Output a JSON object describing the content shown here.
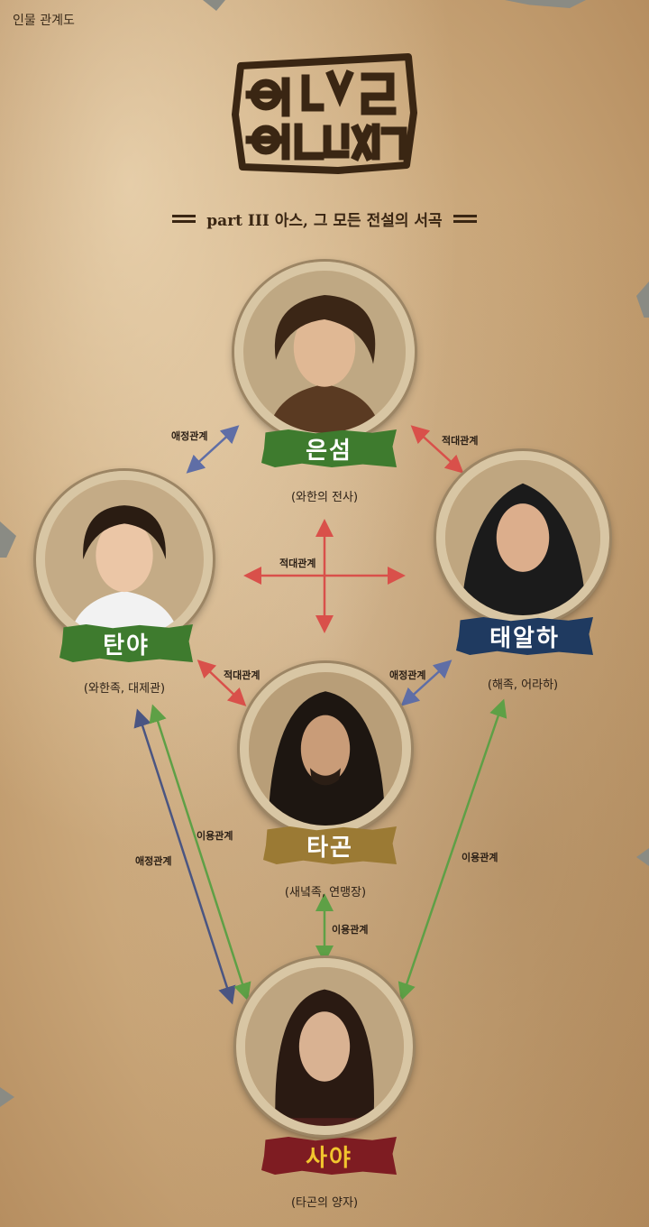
{
  "header": {
    "corner_label": "인물 관계도",
    "subtitle": "part III 아스, 그 모든 전설의 서곡"
  },
  "colors": {
    "green": "#3e7b2e",
    "navy": "#1f3a60",
    "gold": "#9b7a34",
    "crimson": "#7e1c22",
    "arrow_blue": "#5f6ea6",
    "arrow_red": "#d9504a",
    "arrow_green": "#5ea046",
    "arrow_line_navy": "#4a5582"
  },
  "characters": {
    "eunseom": {
      "name": "은섬",
      "desc": "(와한의 전사)",
      "plate_color": "#3e7b2e"
    },
    "tanya": {
      "name": "탄야",
      "desc": "(와한족, 대제관)",
      "plate_color": "#3e7b2e"
    },
    "taealha": {
      "name": "태알하",
      "desc": "(해족, 어라하)",
      "plate_color": "#1f3a60"
    },
    "tagon": {
      "name": "타곤",
      "desc": "(새녘족, 연맹장)",
      "plate_color": "#9b7a34"
    },
    "saya": {
      "name": "사야",
      "desc": "(타곤의 양자)",
      "plate_color": "#7e1c22"
    }
  },
  "relations": {
    "eunseom_tanya": "애정관계",
    "eunseom_taealha": "적대관계",
    "tanya_taealha": "적대관계",
    "tanya_tagon": "적대관계",
    "taealha_tagon": "애정관계",
    "tanya_saya_use": "이용관계",
    "tanya_saya_love": "애정관계",
    "taealha_saya": "이용관계",
    "tagon_saya": "이용관계"
  },
  "icons": {
    "logo": "arthdal-chronicles-logo",
    "arrows": "double-arrow-icon"
  }
}
